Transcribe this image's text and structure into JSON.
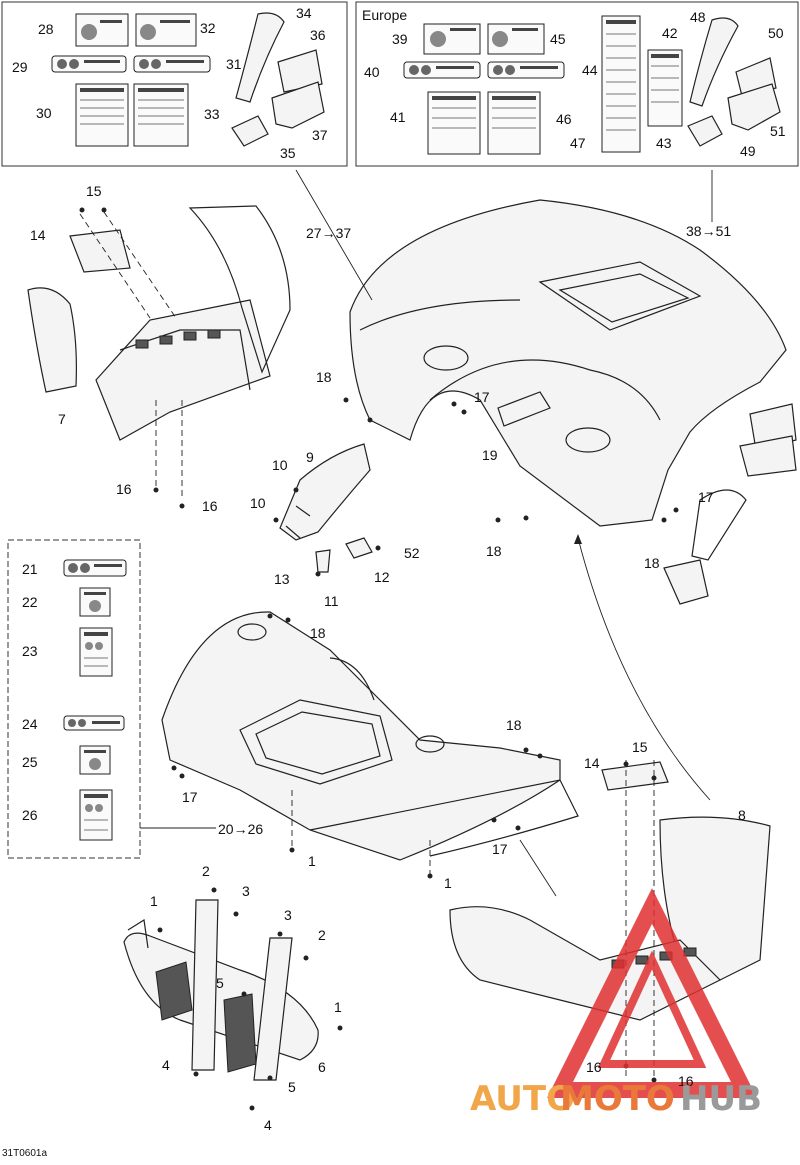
{
  "regions": {
    "europe": "Europe"
  },
  "callouts": {
    "c1a": "1",
    "c1b": "1",
    "c1c": "1",
    "c1d": "1",
    "c2a": "2",
    "c2b": "2",
    "c3a": "3",
    "c3b": "3",
    "c4a": "4",
    "c4b": "4",
    "c5a": "5",
    "c5b": "5",
    "c6": "6",
    "c7": "7",
    "c8": "8",
    "c9": "9",
    "c10a": "10",
    "c10b": "10",
    "c11": "11",
    "c12": "12",
    "c13": "13",
    "c14a": "14",
    "c14b": "14",
    "c15a": "15",
    "c15b": "15",
    "c16a": "16",
    "c16b": "16",
    "c16c": "16",
    "c16d": "16",
    "c17a": "17",
    "c17b": "17",
    "c17c": "17",
    "c17d": "17",
    "c18a": "18",
    "c18b": "18",
    "c18c": "18",
    "c18d": "18",
    "c18e": "18",
    "c19": "19",
    "c21": "21",
    "c22": "22",
    "c23": "23",
    "c24": "24",
    "c25": "25",
    "c26": "26",
    "c28": "28",
    "c29": "29",
    "c30": "30",
    "c31": "31",
    "c32": "32",
    "c33": "33",
    "c34": "34",
    "c35": "35",
    "c36": "36",
    "c37": "37",
    "c39": "39",
    "c40": "40",
    "c41": "41",
    "c42": "42",
    "c43": "43",
    "c44": "44",
    "c45": "45",
    "c46": "46",
    "c47": "47",
    "c48": "48",
    "c49": "49",
    "c50": "50",
    "c51": "51",
    "c52": "52",
    "r20_26": "20→26",
    "r27_37": "27→37",
    "r38_51": "38→51"
  },
  "figure_code": "31T0601a",
  "watermark": {
    "part1": "AUTO",
    "part2": "MOTO",
    "part3": "HUB"
  },
  "colors": {
    "line": "#222222",
    "watermark_red": "#e03030",
    "watermark_orange": "#f2a64a",
    "watermark_gray": "#9a9a9a"
  }
}
